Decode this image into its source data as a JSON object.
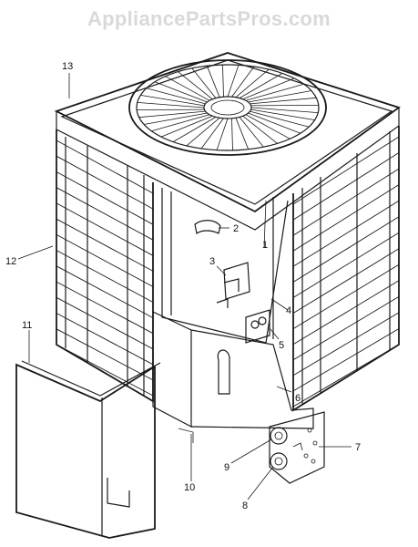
{
  "watermark": "AppliancePartsPros.com",
  "callouts": [
    {
      "id": "1",
      "label": "1"
    },
    {
      "id": "2",
      "label": "2"
    },
    {
      "id": "3",
      "label": "3"
    },
    {
      "id": "4",
      "label": "4"
    },
    {
      "id": "5",
      "label": "5"
    },
    {
      "id": "6",
      "label": "6"
    },
    {
      "id": "7",
      "label": "7"
    },
    {
      "id": "8",
      "label": "8"
    },
    {
      "id": "9",
      "label": "9"
    },
    {
      "id": "10",
      "label": "10"
    },
    {
      "id": "11",
      "label": "11"
    },
    {
      "id": "12",
      "label": "12"
    },
    {
      "id": "13",
      "label": "13"
    }
  ],
  "colors": {
    "ink": "#1a1a1a",
    "watermark": "#d9d9d9",
    "background": "#ffffff"
  }
}
